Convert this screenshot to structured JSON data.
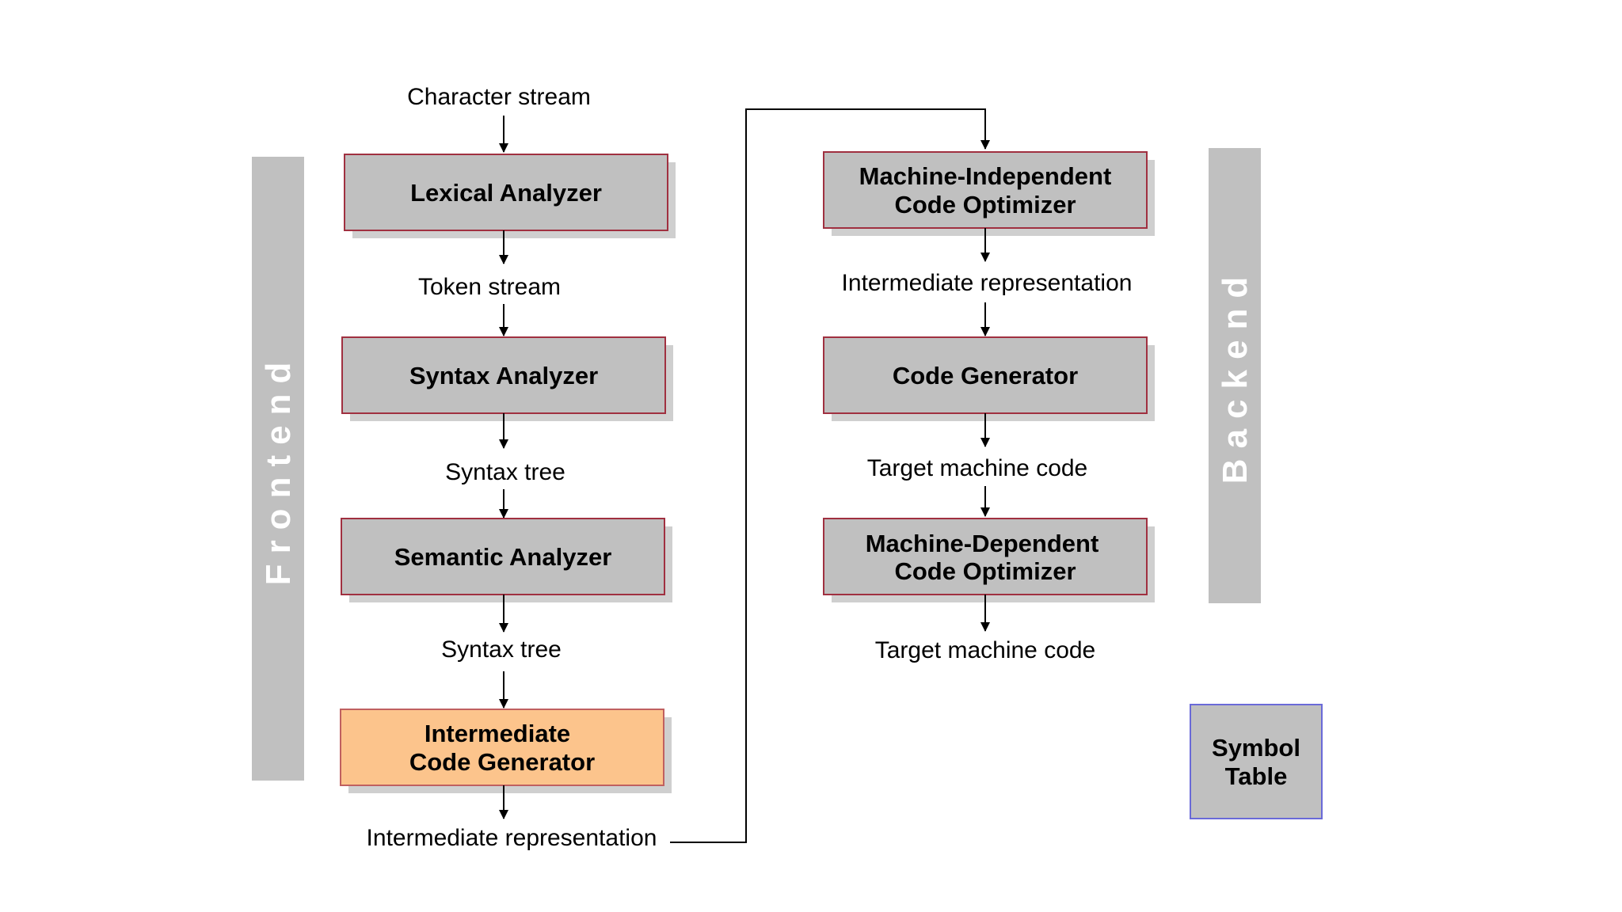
{
  "colors": {
    "box_fill": "#c0c0c0",
    "box_border": "#a03040",
    "highlight_fill": "#fcc48c",
    "highlight_border": "#c06060",
    "symbol_border": "#6a6ad8",
    "band_fill": "#c0c0c0",
    "shadow": "#cfcfcf",
    "arrow": "#000000"
  },
  "bands": {
    "frontend": "Frontend",
    "backend": "Backend"
  },
  "frontend": {
    "input_label": "Character stream",
    "lexical": "Lexical Analyzer",
    "token_stream": "Token stream",
    "syntax": "Syntax Analyzer",
    "syntax_tree_1": "Syntax tree",
    "semantic": "Semantic Analyzer",
    "syntax_tree_2": "Syntax tree",
    "icg_line1": "Intermediate",
    "icg_line2": "Code Generator",
    "output_label": "Intermediate representation"
  },
  "backend": {
    "mico_line1": "Machine-Independent",
    "mico_line2": "Code Optimizer",
    "ir_label": "Intermediate representation",
    "codegen": "Code Generator",
    "target_code_1": "Target machine code",
    "mdco_line1": "Machine-Dependent",
    "mdco_line2": "Code Optimizer",
    "target_code_2": "Target machine code"
  },
  "symbol_table": {
    "line1": "Symbol",
    "line2": "Table"
  }
}
